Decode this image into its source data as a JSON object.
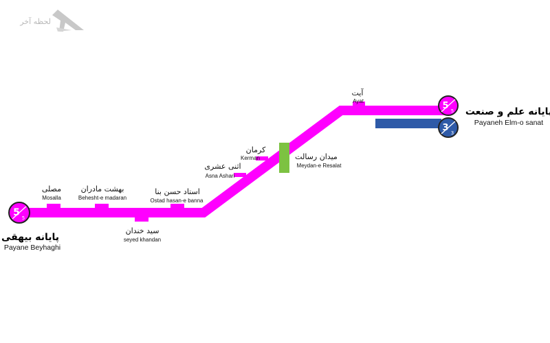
{
  "logo": {
    "text": "لحظه آخر"
  },
  "colors": {
    "line5": "#ff00ff",
    "line3": "#2e5aa8",
    "interchange": "#7dc242",
    "badge_stroke": "#222222"
  },
  "termini": {
    "west": {
      "fa": "پایانه بیهقی",
      "en": "Payane Beyhaghi",
      "badge_main": "5",
      "badge_sub": "5"
    },
    "east": {
      "fa": "پایانه علم و صنعت",
      "en": "Payaneh Elm-o sanat",
      "badge5_main": "5",
      "badge5_sub": "5",
      "badge3_main": "3",
      "badge3_sub": "3"
    }
  },
  "stations": {
    "mosalla": {
      "fa": "مصلی",
      "en": "Mosalla"
    },
    "behesht": {
      "fa": "بهشت مادران",
      "en": "Behesht-e madaran"
    },
    "khandan": {
      "fa": "سید خندان",
      "en": "seyed khandan"
    },
    "hasan": {
      "fa": "استاد حسن بنا",
      "en": "Ostad hasan-e banna"
    },
    "asna": {
      "fa": "اثنی عشری",
      "en": "Asna Ashari"
    },
    "kerman": {
      "fa": "کرمان",
      "en": "Kerman"
    },
    "resalat": {
      "fa": "میدان رسالت",
      "en": "Meydan-e Resalat"
    },
    "ayat": {
      "fa": "آیت",
      "en": "Ayat"
    }
  }
}
